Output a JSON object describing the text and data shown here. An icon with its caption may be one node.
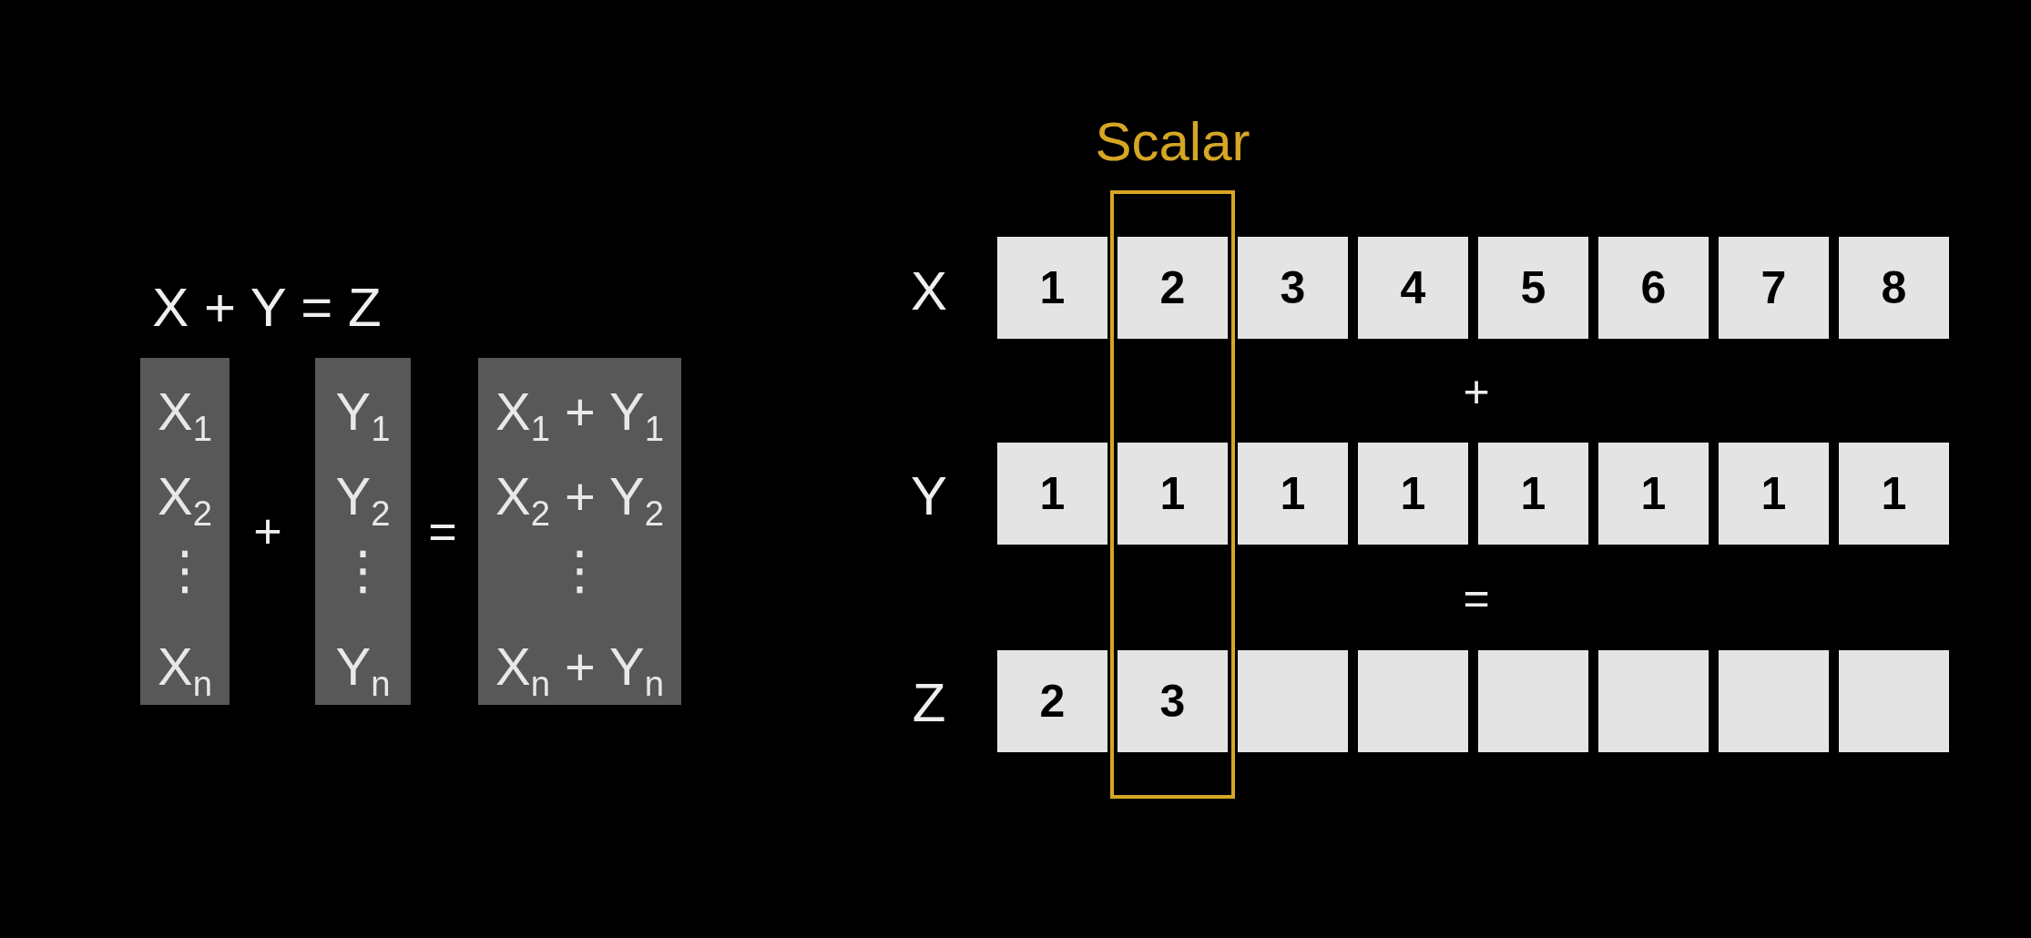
{
  "diagram": {
    "nodes": [
      {
        "text": [
          "X$_{1}$",
          "X$_{2}$",
          "⋮",
          "X$_{n}$"
        ]
      },
      {
        "text": [
          "Y$_{1}$",
          "Y$_{2}$",
          "⋮",
          "Y$_{n}$"
        ]
      },
      {
        "text": [
          "X$_{1}$ + Y$_{1}$",
          "X$_{2}$ + Y$_{2}$",
          "⋮",
          "X$_{n}$ + Y$_{n}$"
        ]
      },
      {
        "text": [
          "Scalar"
        ]
      },
      {
        "text": [
          "1"
        ]
      },
      {
        "text": [
          "2"
        ],
        "in": 3
      },
      {
        "text": [
          "3"
        ]
      },
      {
        "text": [
          "4"
        ]
      },
      {
        "text": [
          "5"
        ]
      },
      {
        "text": [
          "6"
        ]
      },
      {
        "text": [
          "7"
        ]
      },
      {
        "text": [
          "8"
        ]
      },
      {
        "text": [
          "1"
        ]
      },
      {
        "text": [
          "1"
        ],
        "in": 3
      },
      {
        "text": [
          "1"
        ]
      },
      {
        "text": [
          "1"
        ]
      },
      {
        "text": [
          "1"
        ]
      },
      {
        "text": [
          "1"
        ]
      },
      {
        "text": [
          "1"
        ]
      },
      {
        "text": [
          "1"
        ]
      },
      {
        "text": [
          "2"
        ]
      },
      {
        "text": [
          "3"
        ],
        "in": 3
      },
      {
        "text": [],
        "shape": "box"
      },
      {
        "text": [],
        "shape": "box"
      },
      {
        "text": [],
        "shape": "box"
      },
      {
        "text": [],
        "shape": "box"
      },
      {
        "text": [],
        "shape": "box"
      },
      {
        "text": [],
        "shape": "box"
      }
    ],
    "labels": [
      "X + Y = Z",
      "+",
      "=",
      "X",
      "+",
      "Y",
      "=",
      "Z"
    ]
  }
}
